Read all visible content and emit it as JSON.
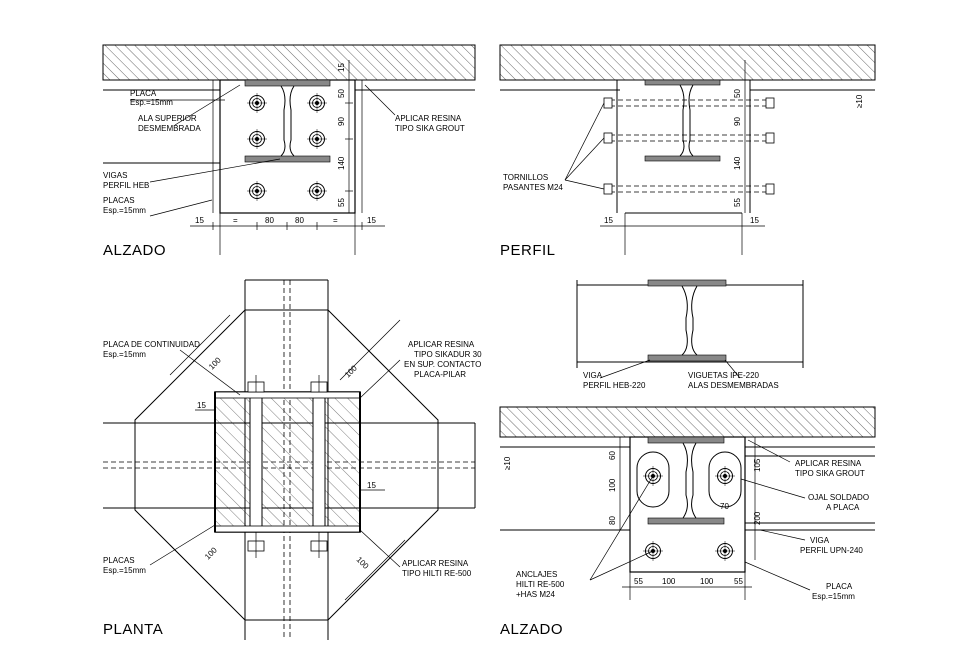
{
  "views": {
    "alzado1": {
      "title": "ALZADO",
      "labels": {
        "placa_l1": "PLACA",
        "placa_l2": "Esp.=15mm",
        "ala_l1": "ALA SUPERIOR",
        "ala_l2": "DESMEMBRADA",
        "vigas_l1": "VIGAS",
        "vigas_l2": "PERFIL HEB",
        "placas_l1": "PLACAS",
        "placas_l2": "Esp.=15mm",
        "resina_l1": "APLICAR RESINA",
        "resina_l2": "TIPO SIKA GROUT"
      },
      "dims_h": [
        "15",
        "=",
        "80",
        "80",
        "=",
        "15"
      ],
      "dims_v": [
        "15",
        "50",
        "90",
        "140",
        "55"
      ]
    },
    "perfil": {
      "title": "PERFIL",
      "labels": {
        "torn_l1": "TORNILLOS",
        "torn_l2": "PASANTES M24"
      },
      "dims_v": [
        "50",
        "90",
        "140",
        "55"
      ],
      "gap": "≥10",
      "dims_h": [
        "15",
        "15"
      ]
    },
    "seccion": {
      "labels": {
        "viga_l1": "VIGA",
        "viga_l2": "PERFIL HEB-220",
        "vig_l1": "VIGUETAS IPE-220",
        "vig_l2": "ALAS DESMEMBRADAS"
      }
    },
    "planta": {
      "title": "PLANTA",
      "labels": {
        "cont_l1": "PLACA DE CONTINUIDAD",
        "cont_l2": "Esp.=15mm",
        "resina_l1": "APLICAR RESINA",
        "resina_l2": "TIPO SIKADUR 30",
        "resina_l3": "EN SUP. CONTACTO",
        "resina_l4": "PLACA-PILAR",
        "placas_l1": "PLACAS",
        "placas_l2": "Esp.=15mm",
        "hilti_l1": "APLICAR RESINA",
        "hilti_l2": "TIPO HILTI RE-500"
      },
      "dims": [
        "100",
        "100",
        "100",
        "100",
        "15",
        "15"
      ]
    },
    "alzado2": {
      "title": "ALZADO",
      "labels": {
        "resina_l1": "APLICAR RESINA",
        "resina_l2": "TIPO SIKA GROUT",
        "ojal_l1": "OJAL SOLDADO",
        "ojal_l2": "A PLACA",
        "viga_l1": "VIGA",
        "viga_l2": "PERFIL UPN-240",
        "anc_l1": "ANCLAJES",
        "anc_l2": "HILTI RE-500",
        "anc_l3": "+HAS M24",
        "placa_l1": "PLACA",
        "placa_l2": "Esp.=15mm"
      },
      "gap": "≥10",
      "dims_v_left": [
        "60",
        "100",
        "80"
      ],
      "dims_v_right": [
        "105",
        "200"
      ],
      "dim_ojal": "70",
      "dims_h": [
        "55",
        "100",
        "100",
        "55"
      ]
    }
  }
}
